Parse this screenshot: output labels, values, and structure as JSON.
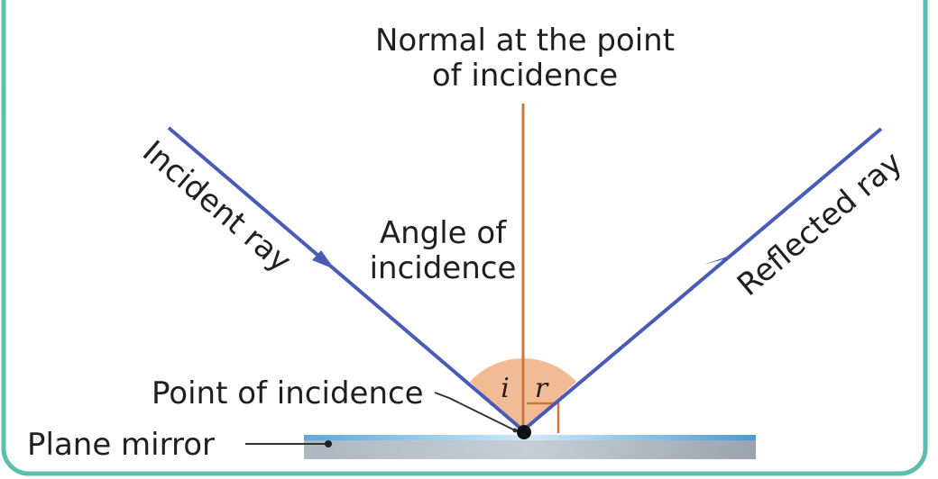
{
  "diagram": {
    "normal_label_line1": "Normal at the point",
    "normal_label_line2": "of incidence",
    "incident_ray_label": "Incident ray",
    "reflected_ray_label": "Reflected ray",
    "angle_incidence_line1": "Angle of",
    "angle_incidence_line2": "incidence",
    "point_of_incidence_label": "Point of incidence",
    "plane_mirror_label": "Plane mirror",
    "angle_i_symbol": "i",
    "angle_r_symbol": "r"
  },
  "colors": {
    "frame": "#5bbfad",
    "ray": "#4a5bb5",
    "normal": "#c9773f",
    "angle_fill": "#f0b489",
    "mirror_top": "#5aa9de",
    "mirror_body": "#9aa3ad",
    "text": "#1f1f1f",
    "leader": "#333333"
  }
}
